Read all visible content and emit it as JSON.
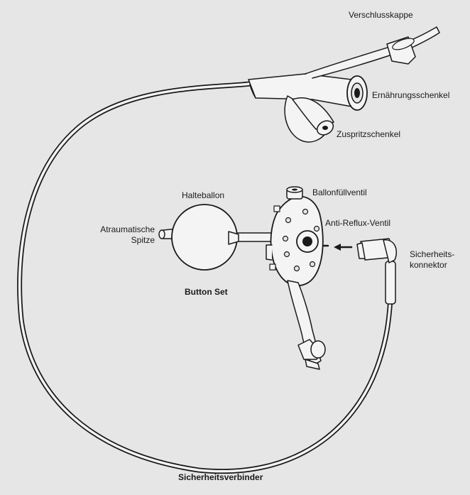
{
  "labels": {
    "verschlusskappe": "Verschlusskappe",
    "ernaehrungsschenkel": "Ernährungsschenkel",
    "zuspritzschenkel": "Zuspritzschenkel",
    "halteballon": "Halteballon",
    "ballonfuellventil": "Ballonfüllventil",
    "anti_reflux_ventil": "Anti-Reflux-Ventil",
    "atraumatische": "Atraumatische",
    "spitze": "Spitze",
    "sicherheits": "Sicherheits-",
    "konnektor": "konnektor",
    "button_set": "Button Set",
    "sicherheitsverbinder": "Sicherheitsverbinder"
  },
  "colors": {
    "background": "#e6e6e6",
    "ink": "#1a1a1a",
    "fill": "#f4f4f4"
  }
}
